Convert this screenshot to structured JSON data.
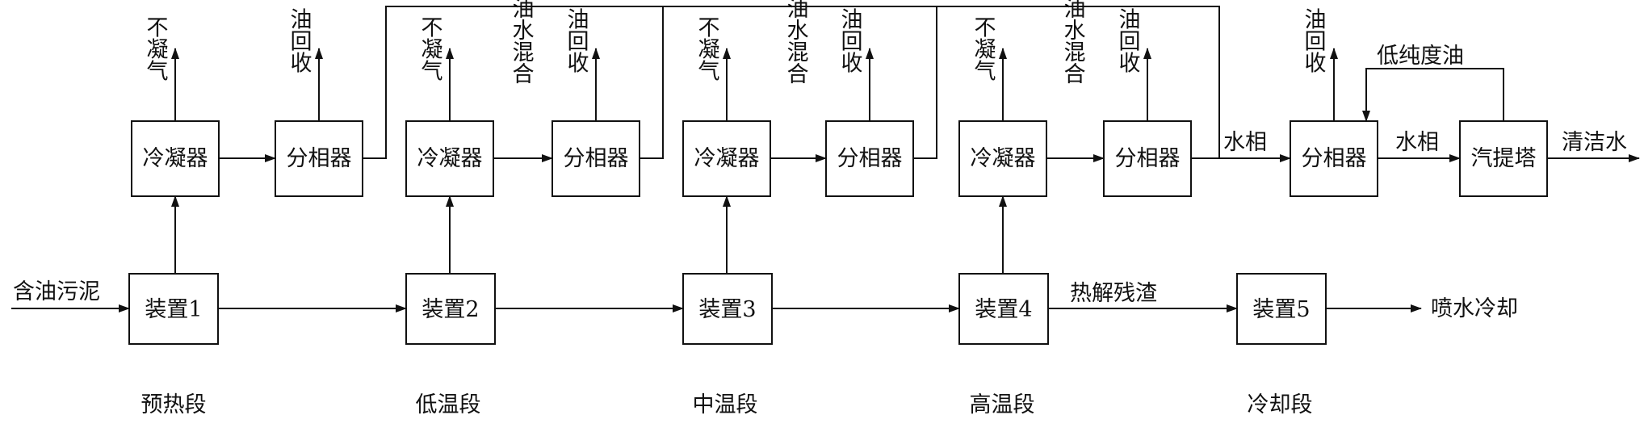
{
  "devices": {
    "d1": "装置1",
    "d2": "装置2",
    "d3": "装置3",
    "d4": "装置4",
    "d5": "装置5"
  },
  "condenser_label": "冷凝器",
  "separator_label": "分相器",
  "stripper_label": "汽提塔",
  "labels": {
    "feed": "含油污泥",
    "noncond": "不凝气",
    "oil_recovery": "油回收",
    "oil_water_mix": "油水混合",
    "water_phase": "水相",
    "low_purity_oil": "低纯度油",
    "clean_water": "清洁水",
    "pyrolysis_residue": "热解残渣",
    "spray_cooling": "喷水冷却"
  },
  "stages": {
    "preheat": "预热段",
    "low_temp": "低温段",
    "mid_temp": "中温段",
    "high_temp": "高温段",
    "cooling": "冷却段"
  }
}
